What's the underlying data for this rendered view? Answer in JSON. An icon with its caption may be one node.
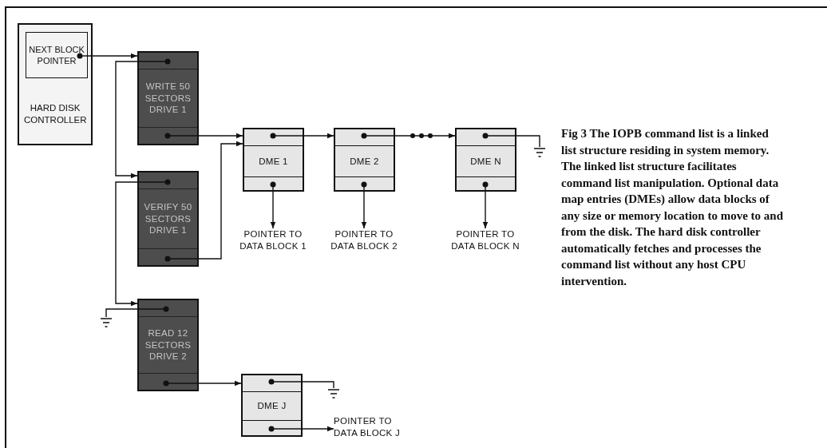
{
  "diagram": {
    "caption": "Fig 3 The IOPB command list is a linked list structure residing in system memory. The linked list structure facilitates command list manipulation. Optional data map entries (DMEs) allow data blocks of any size or memory location to move to and from the disk. The hard disk controller automatically fetches and processes the command list without any host CPU intervention.",
    "nodes": [
      {
        "text": [
          "HARD DISK CONTROLLER"
        ]
      },
      {
        "text": [
          "NEXT BLOCK POINTER"
        ],
        "in": 0
      },
      {
        "text": [
          "WRITE 50 SECTORS DRIVE 1"
        ]
      },
      {
        "text": [
          "VERIFY 50 SECTORS DRIVE 1"
        ]
      },
      {
        "text": [
          "READ 12 SECTORS DRIVE 2"
        ]
      },
      {
        "text": [
          "DME 1"
        ]
      },
      {
        "text": [
          "DME 2"
        ]
      },
      {
        "text": [
          "DME N"
        ]
      },
      {
        "text": [
          "DME J"
        ]
      },
      {
        "text": [
          "POINTER TO DATA BLOCK 1"
        ]
      },
      {
        "text": [
          "POINTER TO DATA BLOCK 2"
        ]
      },
      {
        "text": [
          "POINTER TO DATA BLOCK N"
        ]
      },
      {
        "text": [
          "POINTER TO DATA BLOCK J"
        ]
      },
      {
        "text": [],
        "shape": "ground"
      },
      {
        "text": [],
        "shape": "ground"
      },
      {
        "text": [],
        "shape": "ground"
      }
    ],
    "edges": [
      {
        "from": 1,
        "to": 2,
        "arrow": "to"
      },
      {
        "from": 2,
        "to": 3,
        "arrow": "to"
      },
      {
        "from": 2,
        "to": 5,
        "arrow": "to"
      },
      {
        "from": 3,
        "to": 4,
        "arrow": "to"
      },
      {
        "from": 3,
        "to": 5,
        "arrow": "to"
      },
      {
        "from": 5,
        "to": 6,
        "arrow": "to"
      },
      {
        "from": 6,
        "to": 7,
        "arrow": "to"
      },
      {
        "from": 7,
        "to": 13,
        "arrow": "none"
      },
      {
        "from": 4,
        "to": 14,
        "arrow": "none"
      },
      {
        "from": 4,
        "to": 8,
        "arrow": "to"
      },
      {
        "from": 8,
        "to": 15,
        "arrow": "none"
      },
      {
        "from": 8,
        "to": 12,
        "arrow": "to"
      },
      {
        "from": 5,
        "to": 9,
        "arrow": "to"
      },
      {
        "from": 6,
        "to": 10,
        "arrow": "to"
      },
      {
        "from": 7,
        "to": 11,
        "arrow": "to"
      }
    ]
  }
}
